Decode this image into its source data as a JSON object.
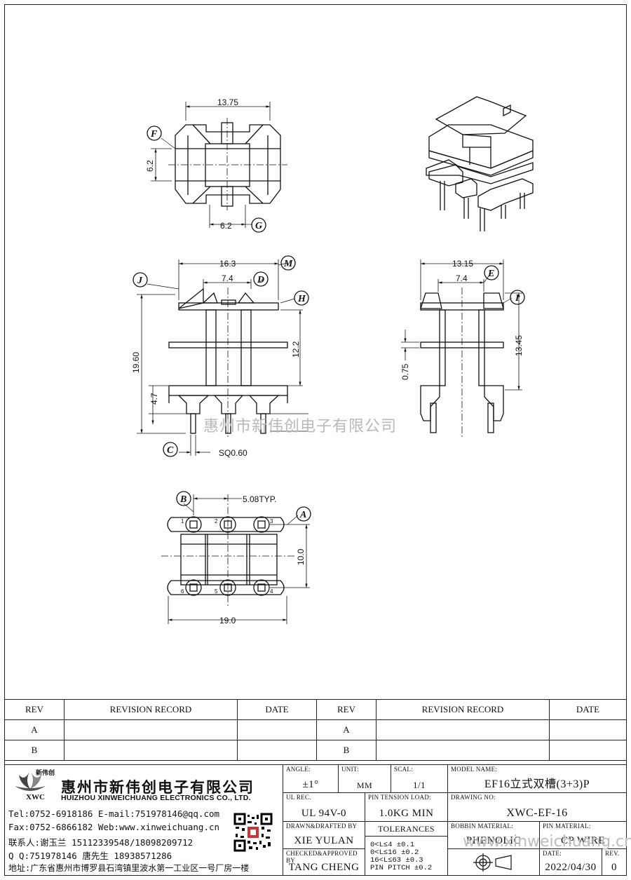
{
  "drawing": {
    "dims": {
      "top_width": "13.75",
      "top_height": "6.2",
      "top_bottom": "6.2",
      "front_width": "16.3",
      "front_inner": "7.4",
      "front_height": "19.60",
      "front_mid": "12.2",
      "front_pin": "4.7",
      "front_pin_size": "SQ0.60",
      "side_width": "13.15",
      "side_inner": "7.4",
      "side_height": "13.45",
      "side_small": "0.75",
      "bottom_pitch": "5.08TYP.",
      "bottom_height": "10.0",
      "bottom_width": "19.0"
    },
    "labels": {
      "F": "F",
      "G": "G",
      "M": "M",
      "J": "J",
      "D": "D",
      "H": "H",
      "E": "E",
      "I": "I",
      "C": "C",
      "B": "B",
      "A": "A"
    },
    "pins": [
      "1",
      "2",
      "3",
      "4",
      "5",
      "6"
    ]
  },
  "watermark": "惠州市新伟创电子有限公司",
  "watermark2": "www.xinweichuang.cn",
  "revision": {
    "headers": [
      "REV",
      "REVISION RECORD",
      "DATE",
      "REV",
      "REVISION RECORD",
      "DATE"
    ],
    "rows": [
      [
        "A",
        "",
        "",
        "A",
        "",
        ""
      ],
      [
        "B",
        "",
        "",
        "B",
        "",
        ""
      ]
    ]
  },
  "company": {
    "logo_text": "XWC",
    "logo_cn": "新伟创",
    "name_cn": "惠州市新伟创电子有限公司",
    "name_en": "HUIZHOU XINWEICHUANG ELECTRONICS CO., LTD.",
    "tel": "Tel:0752-6918186 E-mail:751978146@qq.com",
    "fax": "Fax:0752-6866182 Web:www.xinweichuang.cn",
    "contact": "联系人:谢玉兰 15112339548/18098209712",
    "qq": "Q Q:751978146   唐先生 18938571286",
    "address": "地址:广东省惠州市博罗县石湾镇里波水第一工业区一号厂房一楼"
  },
  "title_block": {
    "angle_cap": "ANGLE:",
    "angle_val": "±1°",
    "unit_cap": "UNIT:",
    "unit_val": "MM",
    "scale_cap": "SCAL:",
    "scale_val": "1/1",
    "model_cap": "MODEL NAME:",
    "model_val": "EF16立式双槽(3+3)P",
    "ul_cap": "UL REC.",
    "ul_val": "UL 94V-0",
    "pin_tension_cap": "PIN TENSION LOAD:",
    "pin_tension_val": "1.0KG MIN",
    "drawing_no_cap": "DRAWING NO:",
    "drawing_no_val": "XWC-EF-16",
    "drawn_cap": "DRAWN&DRAFTED BY",
    "drawn_val": "XIE YULAN",
    "tolerances_cap": "TOLERANCES",
    "tol_rows": [
      "0<L≤4      ±0.1",
      "0<L≤16     ±0.2",
      "16<L≤63    ±0.3",
      "PIN PITCH  ±0.2"
    ],
    "bobbin_cap": "BOBBIN MATERIAL:",
    "bobbin_val": "PHENOLIC",
    "pin_mat_cap": "PIN MATERIAL:",
    "pin_mat_val": "CP WIRE",
    "checked_cap": "CHECKED&APPROVED BY",
    "checked_val": "TANG CHENG",
    "date_cap": "DATE:",
    "date_val": "2022/04/30",
    "rev_cap": "REV.",
    "rev_val": "0"
  }
}
